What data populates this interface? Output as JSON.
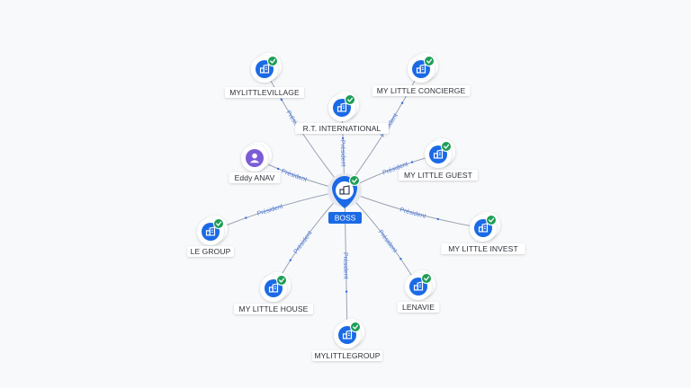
{
  "center": {
    "label": "BOSS",
    "icon": "building-icon",
    "verified": true
  },
  "edge_label": "Président",
  "nodes": [
    {
      "id": "mylittlevillage",
      "label": "MYLITTLEVILLAGE",
      "type": "company",
      "icon": "building-icon",
      "verified": true
    },
    {
      "id": "rt-international",
      "label": "R.T. INTERNATIONAL",
      "type": "company",
      "icon": "building-icon",
      "verified": true
    },
    {
      "id": "my-little-concierge",
      "label": "MY LITTLE CONCIERGE",
      "type": "company",
      "icon": "building-icon",
      "verified": true
    },
    {
      "id": "eddy-anav",
      "label": "Eddy ANAV",
      "type": "person",
      "icon": "person-icon",
      "verified": false
    },
    {
      "id": "my-little-guest",
      "label": "MY LITTLE GUEST",
      "type": "company",
      "icon": "building-icon",
      "verified": true
    },
    {
      "id": "le-group",
      "label": "LE GROUP",
      "type": "company",
      "icon": "building-icon",
      "verified": true
    },
    {
      "id": "my-little-invest",
      "label": "MY LITTLE INVEST",
      "type": "company",
      "icon": "building-icon",
      "verified": true
    },
    {
      "id": "my-little-house",
      "label": "MY LITTLE HOUSE",
      "type": "company",
      "icon": "building-icon",
      "verified": true
    },
    {
      "id": "lenavie",
      "label": "LENAVIE",
      "type": "company",
      "icon": "building-icon",
      "verified": true
    },
    {
      "id": "mylittlegroup",
      "label": "MYLITTLEGROUP",
      "type": "company",
      "icon": "building-icon",
      "verified": true
    }
  ],
  "colors": {
    "company_icon": "#1b6ae5",
    "person_icon": "#7c5cd6",
    "verified_badge": "#1e9e57",
    "edge": "#9aa3b5",
    "edge_label": "#4a78d8",
    "center_label_bg": "#1b6ae5"
  }
}
